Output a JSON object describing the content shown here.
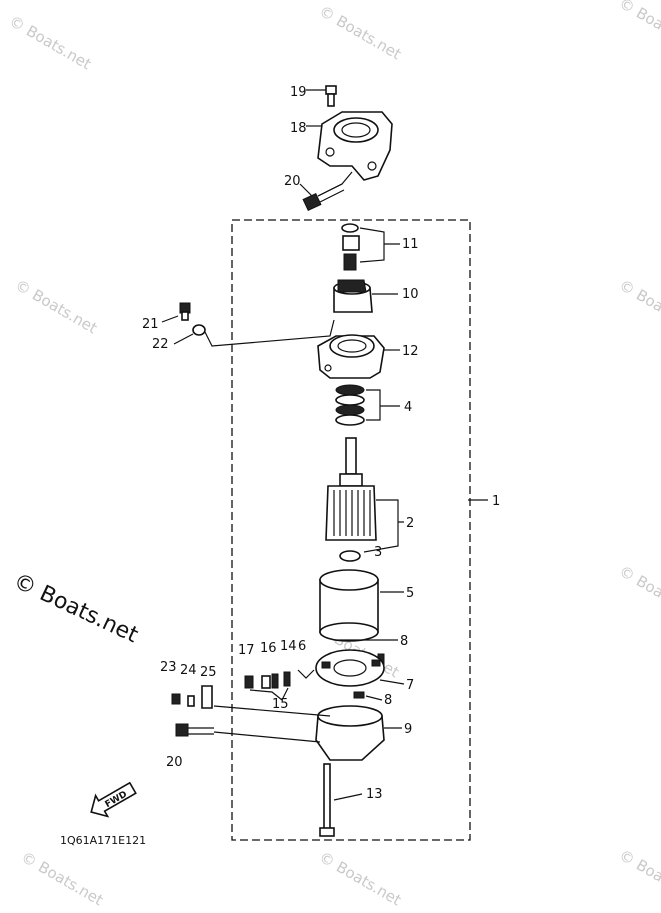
{
  "watermark": "© Boats.net",
  "diagram_code": "1Q61A171E121",
  "fwd_label": "FWD",
  "callouts": [
    "19",
    "18",
    "20",
    "11",
    "10",
    "21",
    "22",
    "12",
    "4",
    "1",
    "2",
    "3",
    "5",
    "8",
    "17",
    "16",
    "14",
    "6",
    "7",
    "23",
    "24",
    "25",
    "15",
    "9",
    "20",
    "13"
  ]
}
